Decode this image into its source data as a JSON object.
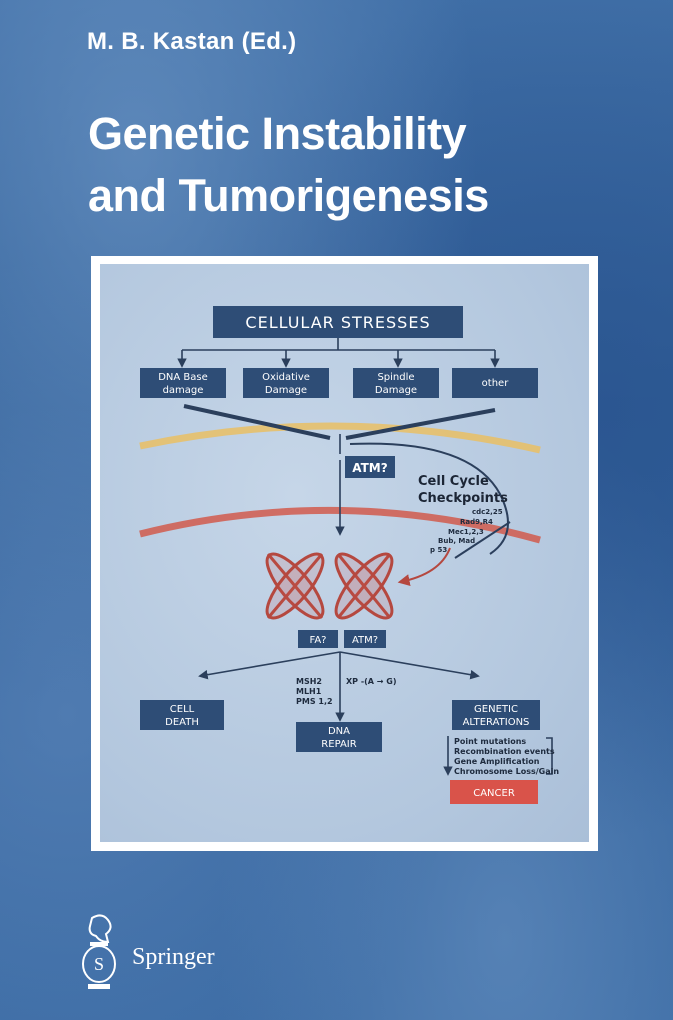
{
  "book": {
    "editor": "M. B. Kastan (Ed.)",
    "title_line1": "Genetic Instability",
    "title_line2": "and  Tumorigenesis",
    "publisher": "Springer"
  },
  "diagram": {
    "top": "CELLULAR STRESSES",
    "stresses": [
      {
        "line1": "DNA Base",
        "line2": "damage"
      },
      {
        "line1": "Oxidative",
        "line2": "Damage"
      },
      {
        "line1": "Spindle",
        "line2": "Damage"
      },
      {
        "line1": "other",
        "line2": ""
      }
    ],
    "atm": "ATM?",
    "checkpoints_line1": "Cell Cycle",
    "checkpoints_line2": "Checkpoints",
    "checkpoint_genes": [
      "cdc2,25",
      "Rad9,R4",
      "Mec1,2,3",
      "Bub, Mad",
      "p 53"
    ],
    "fa": "FA?",
    "atm2": "ATM?",
    "repair_genes": [
      "MSH2",
      "MLH1",
      "PMS 1,2"
    ],
    "xp": "XP -(A → G)",
    "cell_death_line1": "CELL",
    "cell_death_line2": "DEATH",
    "dna_repair_line1": "DNA",
    "dna_repair_line2": "REPAIR",
    "genetic_line1": "GENETIC",
    "genetic_line2": "ALTERATIONS",
    "alterations": [
      "Point mutations",
      "Recombination events",
      "Gene Amplification",
      "Chromosome Loss/Gain"
    ],
    "cancer": "CANCER"
  },
  "colors": {
    "background": "#34649d",
    "box": "#2e4d76",
    "cancer": "#d9534a",
    "membrane_yellow": "#e7c06a",
    "membrane_red": "#d15b4c"
  }
}
